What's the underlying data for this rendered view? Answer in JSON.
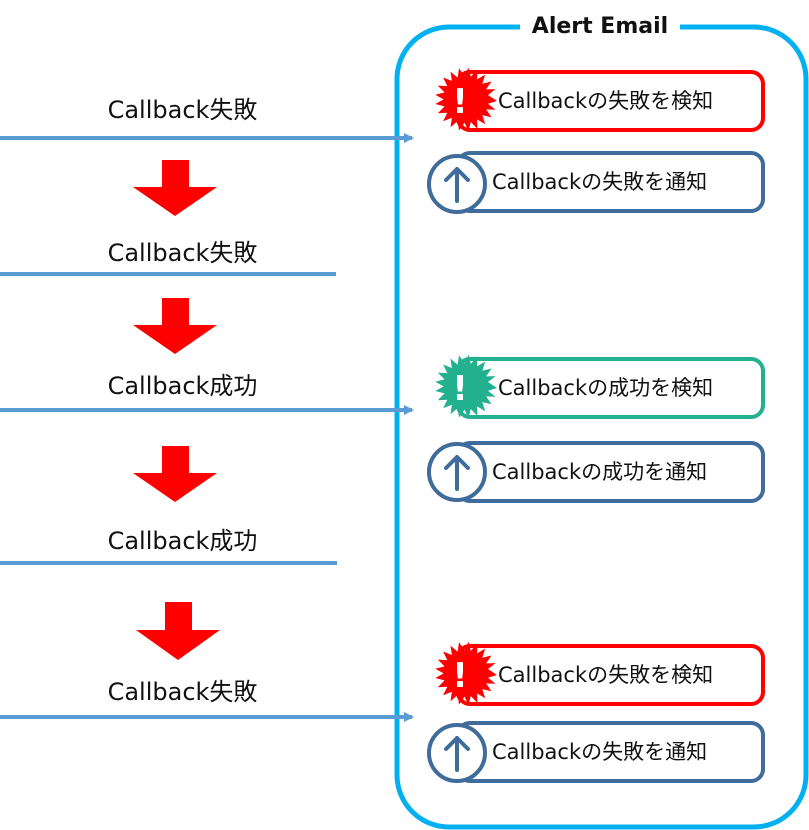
{
  "container": {
    "title": "Alert Email",
    "color": "#00B0F0"
  },
  "colors": {
    "failure": "#FF0000",
    "success": "#22B08F",
    "notify": "#3F6C9B",
    "timeline_line": "#5B9BD5",
    "step_arrow": "#FF0000"
  },
  "timeline": [
    {
      "label": "Callback失敗",
      "sends_alert": true
    },
    {
      "label": "Callback失敗",
      "sends_alert": false
    },
    {
      "label": "Callback成功",
      "sends_alert": true
    },
    {
      "label": "Callback成功",
      "sends_alert": false
    },
    {
      "label": "Callback失敗",
      "sends_alert": true
    }
  ],
  "alerts": [
    {
      "detect_text": "Callbackの失敗を検知",
      "detect_icon": "exclamation-burst-icon",
      "detect_status": "failure",
      "detect_glyph": "!",
      "notify_text": "Callbackの失敗を通知",
      "notify_icon": "up-arrow-circle-icon"
    },
    {
      "detect_text": "Callbackの成功を検知",
      "detect_icon": "exclamation-burst-icon",
      "detect_status": "success",
      "detect_glyph": "!",
      "notify_text": "Callbackの成功を通知",
      "notify_icon": "up-arrow-circle-icon"
    },
    {
      "detect_text": "Callbackの失敗を検知",
      "detect_icon": "exclamation-burst-icon",
      "detect_status": "failure",
      "detect_glyph": "!",
      "notify_text": "Callbackの失敗を通知",
      "notify_icon": "up-arrow-circle-icon"
    }
  ]
}
